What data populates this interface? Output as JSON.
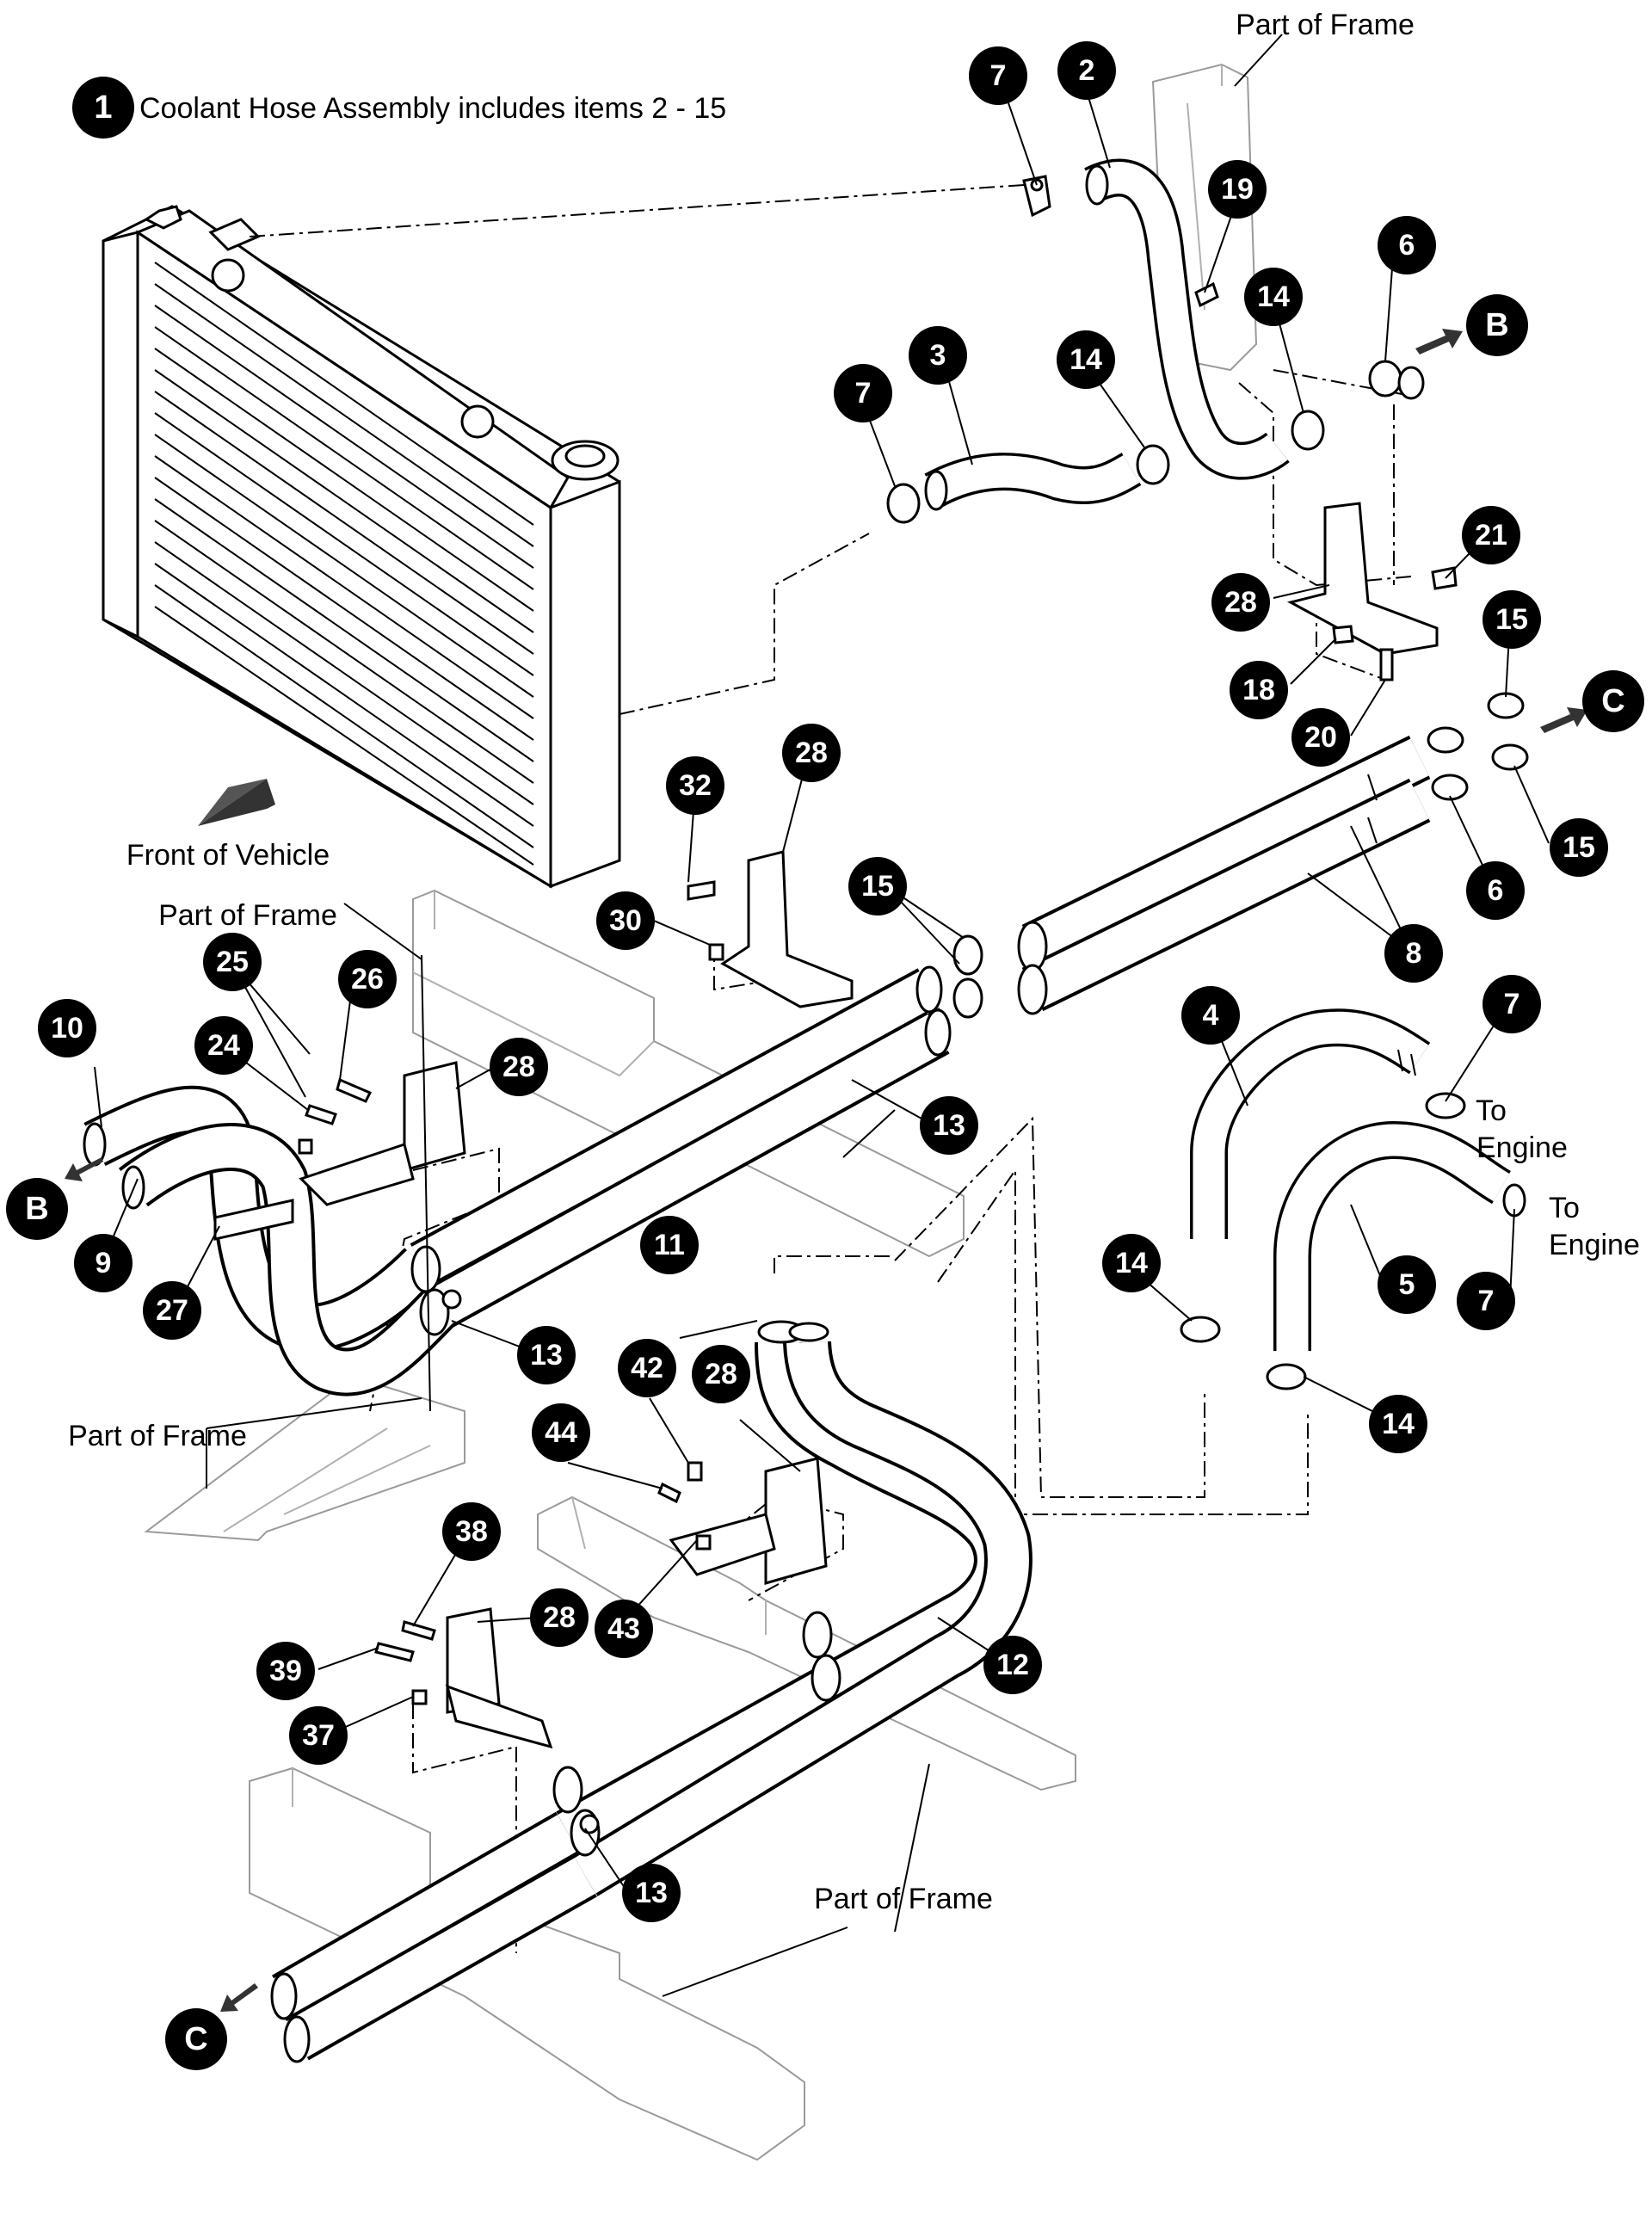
{
  "note": {
    "number": "1",
    "text": "Coolant Hose Assembly includes items 2 - 15"
  },
  "labels": {
    "front_of_vehicle": "Front of Vehicle",
    "part_of_frame": "Part of Frame",
    "to": "To",
    "engine": "Engine"
  },
  "connectors": {
    "b": "B",
    "c": "C"
  },
  "callouts": {
    "c2": "2",
    "c3": "3",
    "c4": "4",
    "c5": "5",
    "c6": "6",
    "c7": "7",
    "c8": "8",
    "c9": "9",
    "c10": "10",
    "c11": "11",
    "c12": "12",
    "c13": "13",
    "c14": "14",
    "c15": "15",
    "c18": "18",
    "c19": "19",
    "c20": "20",
    "c21": "21",
    "c24": "24",
    "c25": "25",
    "c26": "26",
    "c27": "27",
    "c28": "28",
    "c30": "30",
    "c32": "32",
    "c37": "37",
    "c38": "38",
    "c39": "39",
    "c42": "42",
    "c43": "43",
    "c44": "44"
  },
  "colors": {
    "ink": "#000000",
    "frame_gray": "#9a9a9a",
    "background": "#ffffff"
  }
}
